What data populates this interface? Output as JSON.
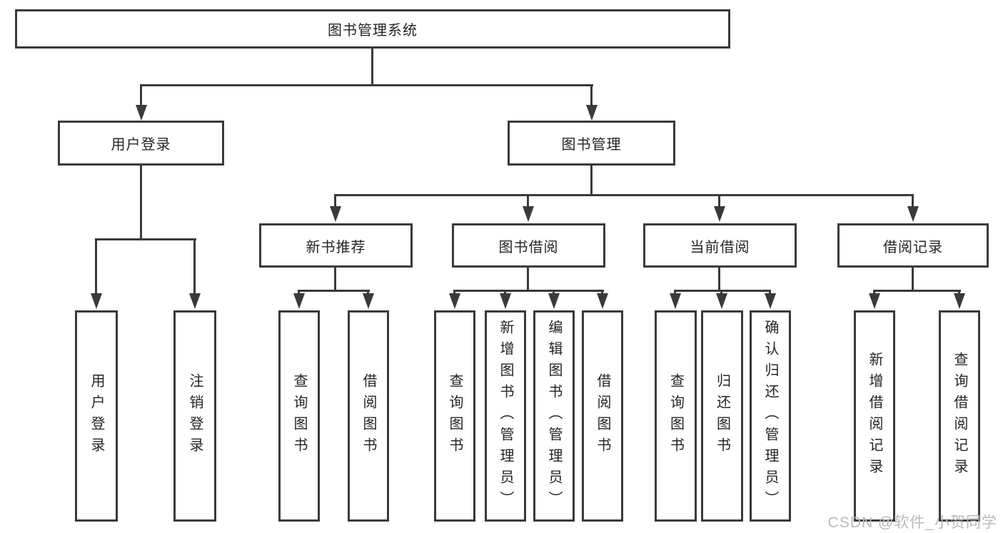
{
  "diagram": {
    "root": "图书管理系统",
    "branches": {
      "user_login": "用户登录",
      "book_mgmt": "图书管理"
    },
    "modules": {
      "new_book": "新书推荐",
      "book_borrow": "图书借阅",
      "current_borrow": "当前借阅",
      "borrow_record": "借阅记录"
    },
    "leaves": {
      "user_login": [
        "用户登录",
        "注销登录"
      ],
      "new_book": [
        "查询图书",
        "借阅图书"
      ],
      "book_borrow": [
        "查询图书",
        "新增图书（管理员）",
        "编辑图书（管理员）",
        "借阅图书"
      ],
      "current_borrow": [
        "查询图书",
        "归还图书",
        "确认归还（管理员）"
      ],
      "borrow_record": [
        "新增借阅记录",
        "查询借阅记录"
      ]
    }
  },
  "watermark": "CSDN @软件_小贺同学",
  "colors": {
    "line": "#3a3a3a",
    "box_background": "#ffffff",
    "text": "#252525",
    "watermark": "#b9b9b9"
  }
}
